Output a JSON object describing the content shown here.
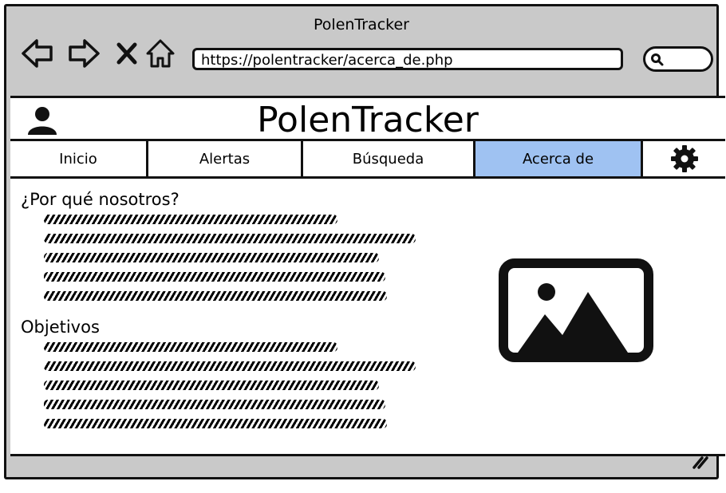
{
  "browser": {
    "window_title": "PolenTracker",
    "url": "https://polentracker/acerca_de.php",
    "buttons": {
      "back": "arrow-left-icon",
      "forward": "arrow-right-icon",
      "stop": "close-icon",
      "home": "home-icon",
      "search": "search-icon"
    }
  },
  "site": {
    "title": "PolenTracker",
    "tabs": [
      {
        "label": "Inicio",
        "active": false
      },
      {
        "label": "Alertas",
        "active": false
      },
      {
        "label": "Búsqueda",
        "active": false
      },
      {
        "label": "Acerca de",
        "active": true
      }
    ],
    "active_color": "#9fc2f2"
  },
  "content": {
    "sections": [
      {
        "title": "¿Por qué nosotros?"
      },
      {
        "title": "Objetivos"
      }
    ]
  }
}
